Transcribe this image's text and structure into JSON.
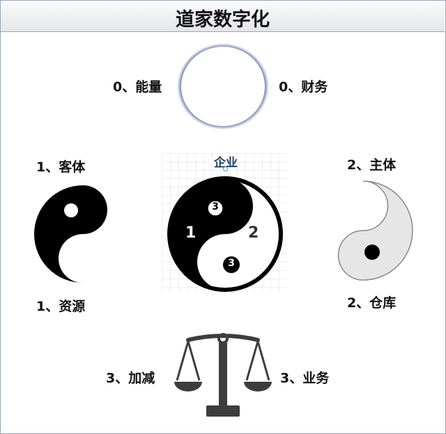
{
  "title": "道家数字化",
  "labels": {
    "energy": "0、能量",
    "finance": "0、财务",
    "object": "1、客体",
    "resource": "1、资源",
    "enterprise": "企业",
    "subject": "2、主体",
    "warehouse": "2、仓库",
    "addsub": "3、加减",
    "business": "3、业务"
  },
  "yinyang_numbers": {
    "left": "1",
    "right": "2",
    "top_dot": "3",
    "bottom_dot": "3"
  },
  "colors": {
    "ring": "#3a4f8a",
    "black": "#000000",
    "gray_fill": "#e6e6e6",
    "scale": "#3d3d3d"
  }
}
